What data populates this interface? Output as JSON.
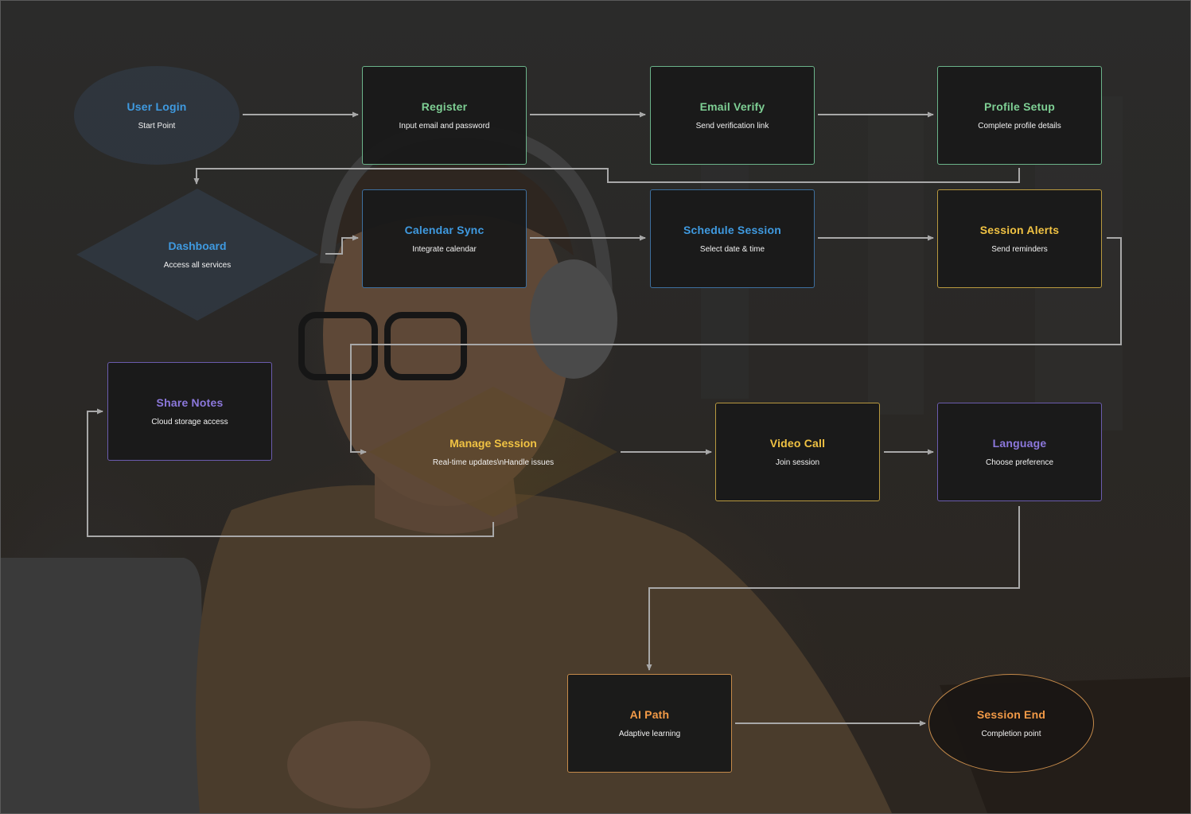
{
  "colors": {
    "green": "#7ecf94",
    "blue": "#3f9ae0",
    "gold": "#f0c243",
    "purple": "#8c78dc",
    "orange": "#f29a47",
    "connector": "#a8a8a8"
  },
  "nodes": {
    "user_login": {
      "title": "User Login",
      "desc": "Start Point"
    },
    "register": {
      "title": "Register",
      "desc": "Input email and password"
    },
    "email_verify": {
      "title": "Email Verify",
      "desc": "Send verification link"
    },
    "profile_setup": {
      "title": "Profile Setup",
      "desc": "Complete profile details"
    },
    "dashboard": {
      "title": "Dashboard",
      "desc": "Access all services"
    },
    "calendar_sync": {
      "title": "Calendar Sync",
      "desc": "Integrate calendar"
    },
    "schedule_session": {
      "title": "Schedule Session",
      "desc": "Select date & time"
    },
    "session_alerts": {
      "title": "Session Alerts",
      "desc": "Send reminders"
    },
    "share_notes": {
      "title": "Share Notes",
      "desc": "Cloud storage access"
    },
    "manage_session": {
      "title": "Manage Session",
      "desc": "Real-time updates\\nHandle issues"
    },
    "video_call": {
      "title": "Video Call",
      "desc": "Join session"
    },
    "language": {
      "title": "Language",
      "desc": "Choose preference"
    },
    "ai_path": {
      "title": "AI Path",
      "desc": "Adaptive learning"
    },
    "session_end": {
      "title": "Session End",
      "desc": "Completion point"
    }
  }
}
